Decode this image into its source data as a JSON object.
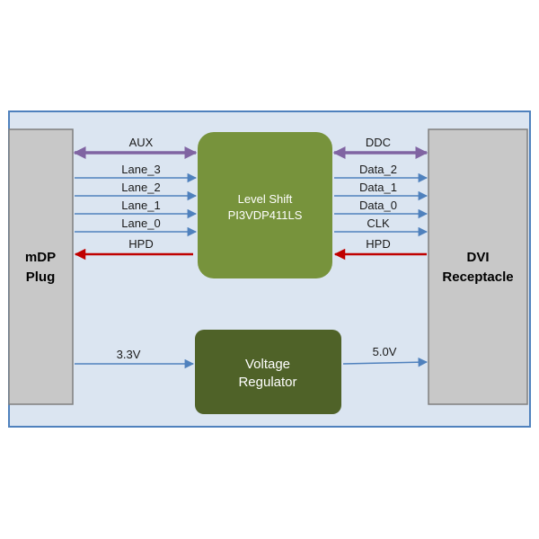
{
  "blocks": {
    "mdp": {
      "line1": "mDP",
      "line2": "Plug"
    },
    "dvi": {
      "line1": "DVI",
      "line2": "Receptacle"
    },
    "level_shift": {
      "line1": "Level Shift",
      "line2": "PI3VDP411LS"
    },
    "regulator": {
      "line1": "Voltage",
      "line2": "Regulator"
    }
  },
  "left_signals": {
    "aux": "AUX",
    "lanes": [
      "Lane_3",
      "Lane_2",
      "Lane_1",
      "Lane_0"
    ],
    "hpd": "HPD",
    "power": "3.3V"
  },
  "right_signals": {
    "ddc": "DDC",
    "data": [
      "Data_2",
      "Data_1",
      "Data_0",
      "CLK"
    ],
    "hpd": "HPD",
    "power": "5.0V"
  },
  "colors": {
    "board_fill": "#dbe5f1",
    "board_stroke": "#4f81bd",
    "connector_fill": "#c8c8c8",
    "connector_stroke": "#7f7f7f",
    "level_shift_fill": "#77933c",
    "regulator_fill": "#4f6228",
    "bidir_arrow": "#8064a2",
    "signal_arrow": "#4f81bd",
    "hpd_arrow": "#c00000"
  }
}
